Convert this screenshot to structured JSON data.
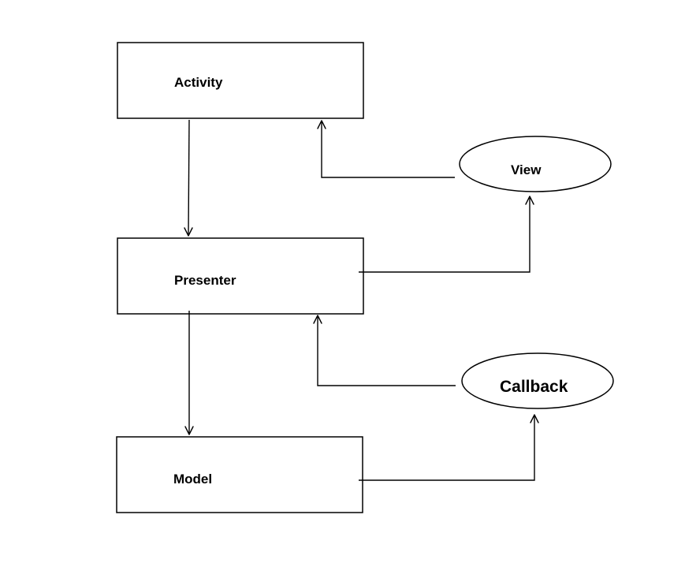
{
  "nodes": {
    "activity": {
      "label": "Activity",
      "shape": "rectangle"
    },
    "presenter": {
      "label": "Presenter",
      "shape": "rectangle"
    },
    "model": {
      "label": "Model",
      "shape": "rectangle"
    },
    "view": {
      "label": "View",
      "shape": "ellipse"
    },
    "callback": {
      "label": "Callback",
      "shape": "ellipse"
    }
  },
  "edges": [
    {
      "from": "activity",
      "to": "presenter"
    },
    {
      "from": "view",
      "to": "activity"
    },
    {
      "from": "presenter",
      "to": "view"
    },
    {
      "from": "presenter",
      "to": "model"
    },
    {
      "from": "callback",
      "to": "presenter"
    },
    {
      "from": "model",
      "to": "callback"
    }
  ],
  "colors": {
    "stroke": "#000000",
    "fill": "#ffffff",
    "text": "#000000"
  }
}
